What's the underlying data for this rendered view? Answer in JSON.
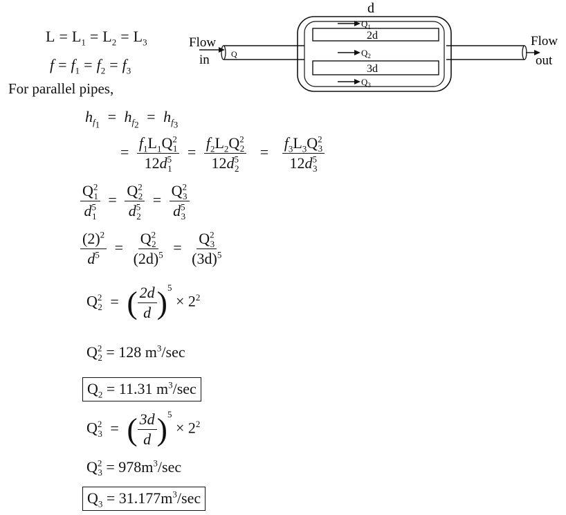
{
  "given": {
    "L": "L",
    "L1": "L",
    "L1s": "1",
    "L2": "L",
    "L2s": "2",
    "L3": "L",
    "L3s": "3",
    "f": "f",
    "f1": "f",
    "f1s": "1",
    "f2": "f",
    "f2s": "2",
    "f3": "f",
    "f3s": "3"
  },
  "diagram": {
    "top_d": "d",
    "flow_in_1": "Flow",
    "flow_in_2": "in",
    "flow_out_1": "Flow",
    "flow_out_2": "out",
    "q_label": "Q",
    "q1": "Q",
    "q1s": "1",
    "q2": "Q",
    "q2s": "2",
    "q3": "Q",
    "q3s": "3",
    "pipe2": "2d",
    "pipe3": "3d"
  },
  "text": {
    "parallel": "For parallel pipes,"
  },
  "eq": {
    "h": "h",
    "f": "f",
    "one": "1",
    "two": "2",
    "three": "3",
    "L": "L",
    "Q": "Q",
    "d": "d",
    "twelve": "12",
    "five": "5",
    "sq": "2",
    "paren2": "(2)",
    "paren2d": "(2d)",
    "paren3d": "(3d)",
    "twod": "2d",
    "threed": "3d",
    "times22": "× 2",
    "val128": "= 128 m",
    "unit": "/sec",
    "cube": "3",
    "q2_result": "= 11.31 m",
    "val978": "= 978m",
    "q3_result": "= 31.177m"
  }
}
